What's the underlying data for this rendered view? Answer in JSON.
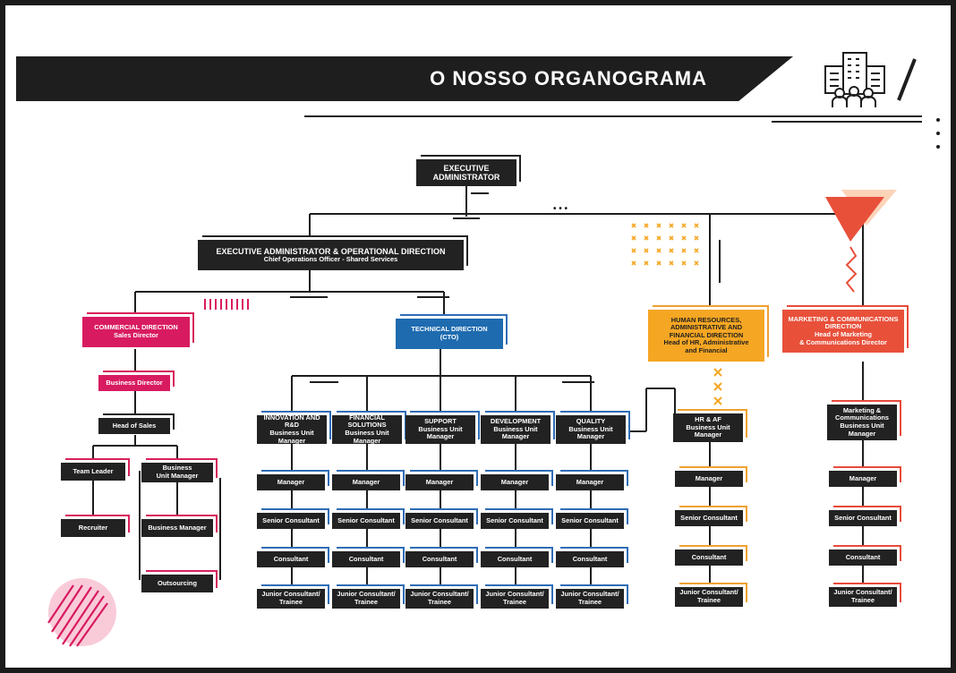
{
  "title": "O NOSSO ORGANOGRAMA",
  "colors": {
    "dark": "#1e1e1e",
    "blue": "#1e6bb0",
    "orange": "#f5a623",
    "pink": "#d81b60",
    "red": "#e8503a"
  },
  "icons": [
    "building-people-icon",
    "slash-icon",
    "dots-icon",
    "orange-triangle-icon",
    "zigzag-icon",
    "x-marks-icon",
    "dot-grid-icon",
    "stripe-circle-icon",
    "bar-stripes-icon"
  ],
  "top": {
    "exec_admin": {
      "l1": "EXECUTIVE",
      "l2": "ADMINISTRATOR"
    },
    "ops": {
      "l1": "EXECUTIVE ADMINISTRATOR & OPERATIONAL DIRECTION",
      "l2": "Chief Operations Officer - Shared Services"
    },
    "ellipsis": "• • •"
  },
  "commercial": {
    "head": {
      "l1": "COMMERCIAL DIRECTION",
      "l2": "Sales Director"
    },
    "business_director": "Business Director",
    "head_of_sales": "Head of Sales",
    "team_leader": "Team Leader",
    "bum": {
      "l1": "Business",
      "l2": "Unit Manager"
    },
    "recruiter": "Recruiter",
    "business_manager": "Business Manager",
    "outsourcing": "Outsourcing"
  },
  "technical": {
    "head": {
      "l1": "TECHNICAL DIRECTION",
      "l2": "(CTO)"
    },
    "units": [
      {
        "name": "INNOVATION AND R&D",
        "role": "Business Unit Manager"
      },
      {
        "name": "FINANCIAL SOLUTIONS",
        "role": "Business Unit Manager"
      },
      {
        "name": "SUPPORT",
        "role": "Business Unit Manager"
      },
      {
        "name": "DEVELOPMENT",
        "role": "Business Unit Manager"
      },
      {
        "name": "QUALITY",
        "role": "Business Unit Manager"
      }
    ]
  },
  "levels": {
    "manager": "Manager",
    "senior": "Senior Consultant",
    "consultant": "Consultant",
    "junior": "Junior Consultant/",
    "trainee": "Trainee"
  },
  "hr": {
    "head": {
      "l1": "HUMAN RESOURCES,",
      "l2": "ADMINISTRATIVE AND",
      "l3": "FINANCIAL DIRECTION",
      "l4": "Head of HR, Administrative",
      "l5": "and Financial"
    },
    "unit": {
      "l1": "HR & AF",
      "l2": "Business Unit",
      "l3": "Manager"
    }
  },
  "marketing": {
    "head": {
      "l1": "MARKETING & COMMUNICATIONS",
      "l2": "DIRECTION",
      "l3": "Head of Marketing",
      "l4": "& Communications Director"
    },
    "unit": {
      "l1": "Marketing &",
      "l2": "Communications",
      "l3": "Business Unit",
      "l4": "Manager"
    }
  }
}
